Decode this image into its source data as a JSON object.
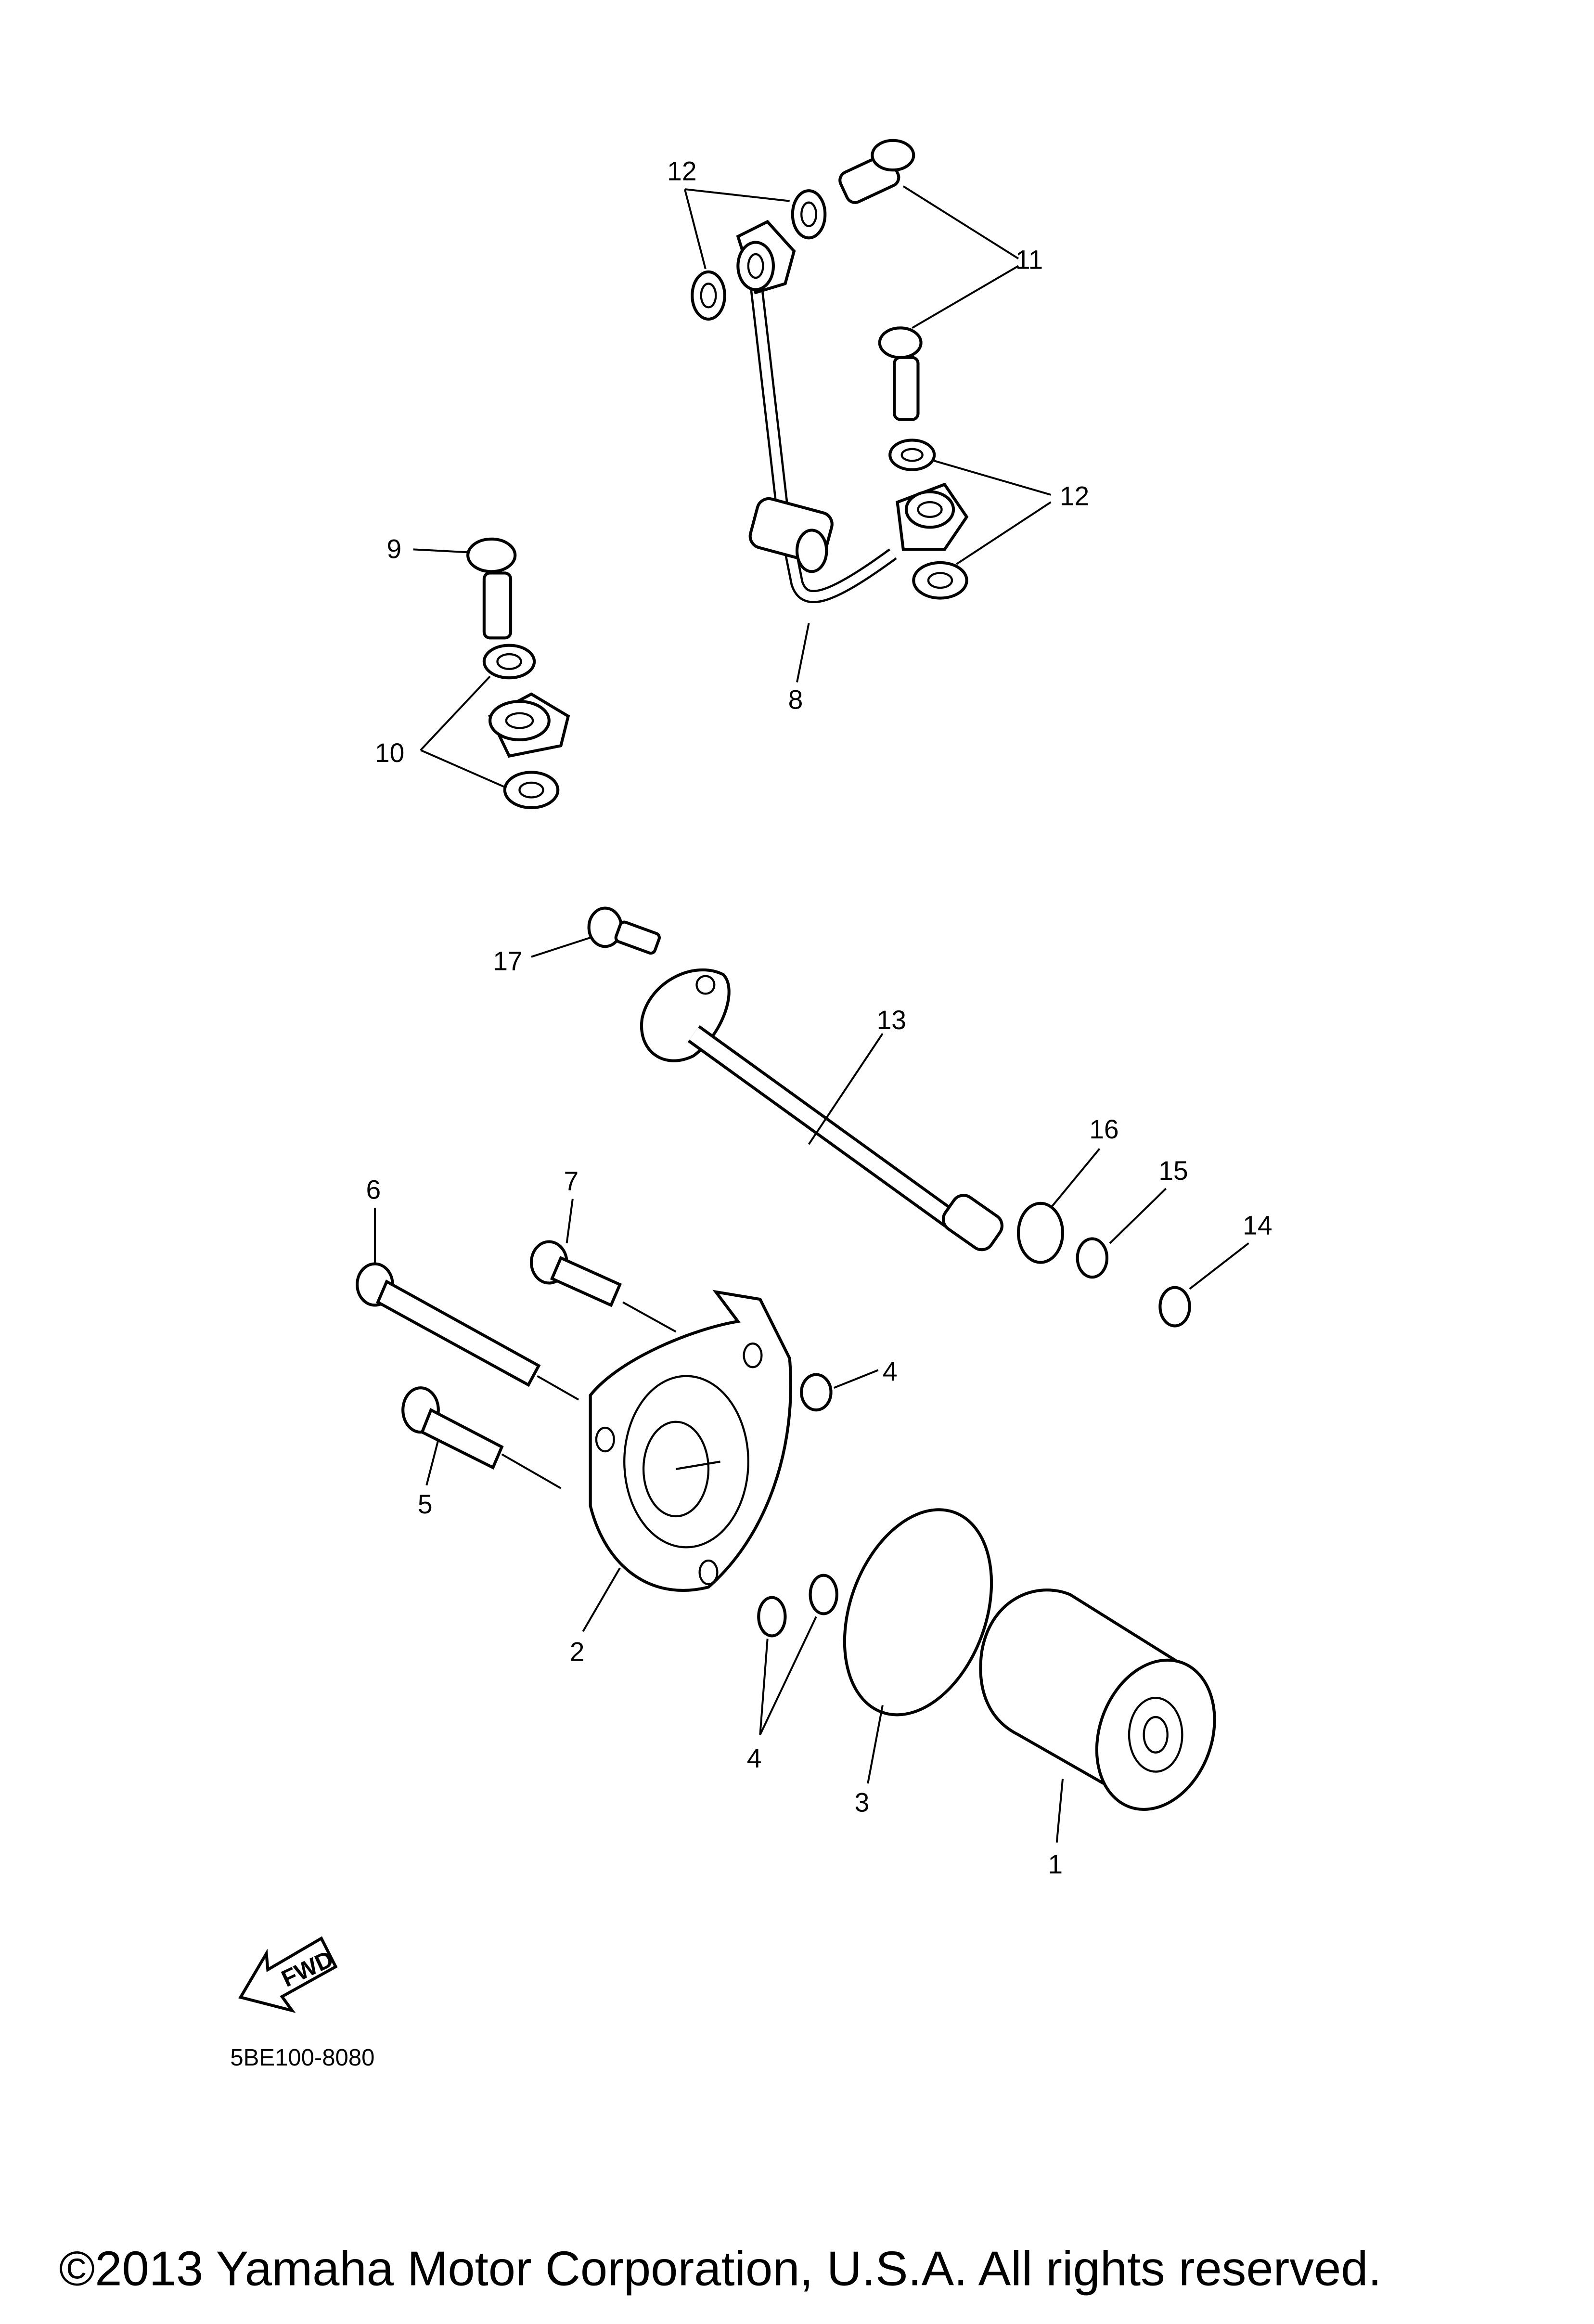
{
  "diagram": {
    "callouts": [
      "1",
      "2",
      "3",
      "4",
      "5",
      "6",
      "7",
      "8",
      "9",
      "10",
      "11",
      "12",
      "13",
      "14",
      "15",
      "16",
      "17"
    ],
    "fwd_label": "FWD",
    "drawing_code": "5BE100-8080",
    "copyright": "©2013 Yamaha Motor Corporation, U.S.A. All rights reserved."
  }
}
